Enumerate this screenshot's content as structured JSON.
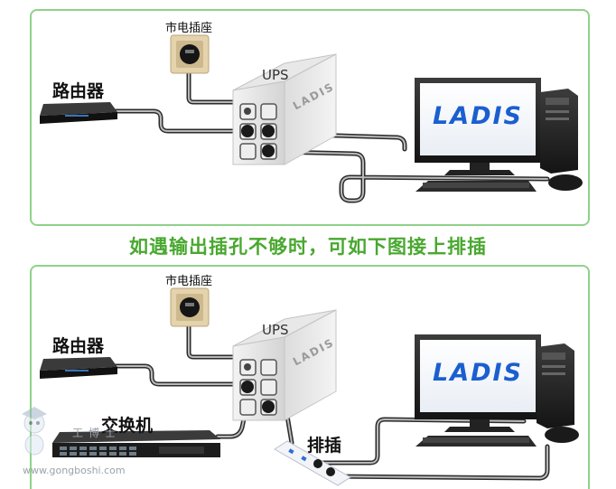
{
  "top": {
    "outlet_label": "市电插座",
    "router_label": "路由器",
    "ups_label": "UPS",
    "ups_side_text": "LADIS",
    "monitor_brand": "LADIS"
  },
  "caption": "如遇输出插孔不够时，可如下图接上排插",
  "bottom": {
    "outlet_label": "市电插座",
    "router_label": "路由器",
    "ups_label": "UPS",
    "ups_side_text": "LADIS",
    "switch_label": "交换机",
    "power_strip_label": "排插",
    "monitor_brand": "LADIS"
  },
  "watermark": {
    "url": "www.gongboshi.com",
    "text": "工博士"
  },
  "colors": {
    "frame_green": "#8fd28a",
    "caption_green": "#49a82f",
    "brand_blue": "#1a5fcf"
  }
}
